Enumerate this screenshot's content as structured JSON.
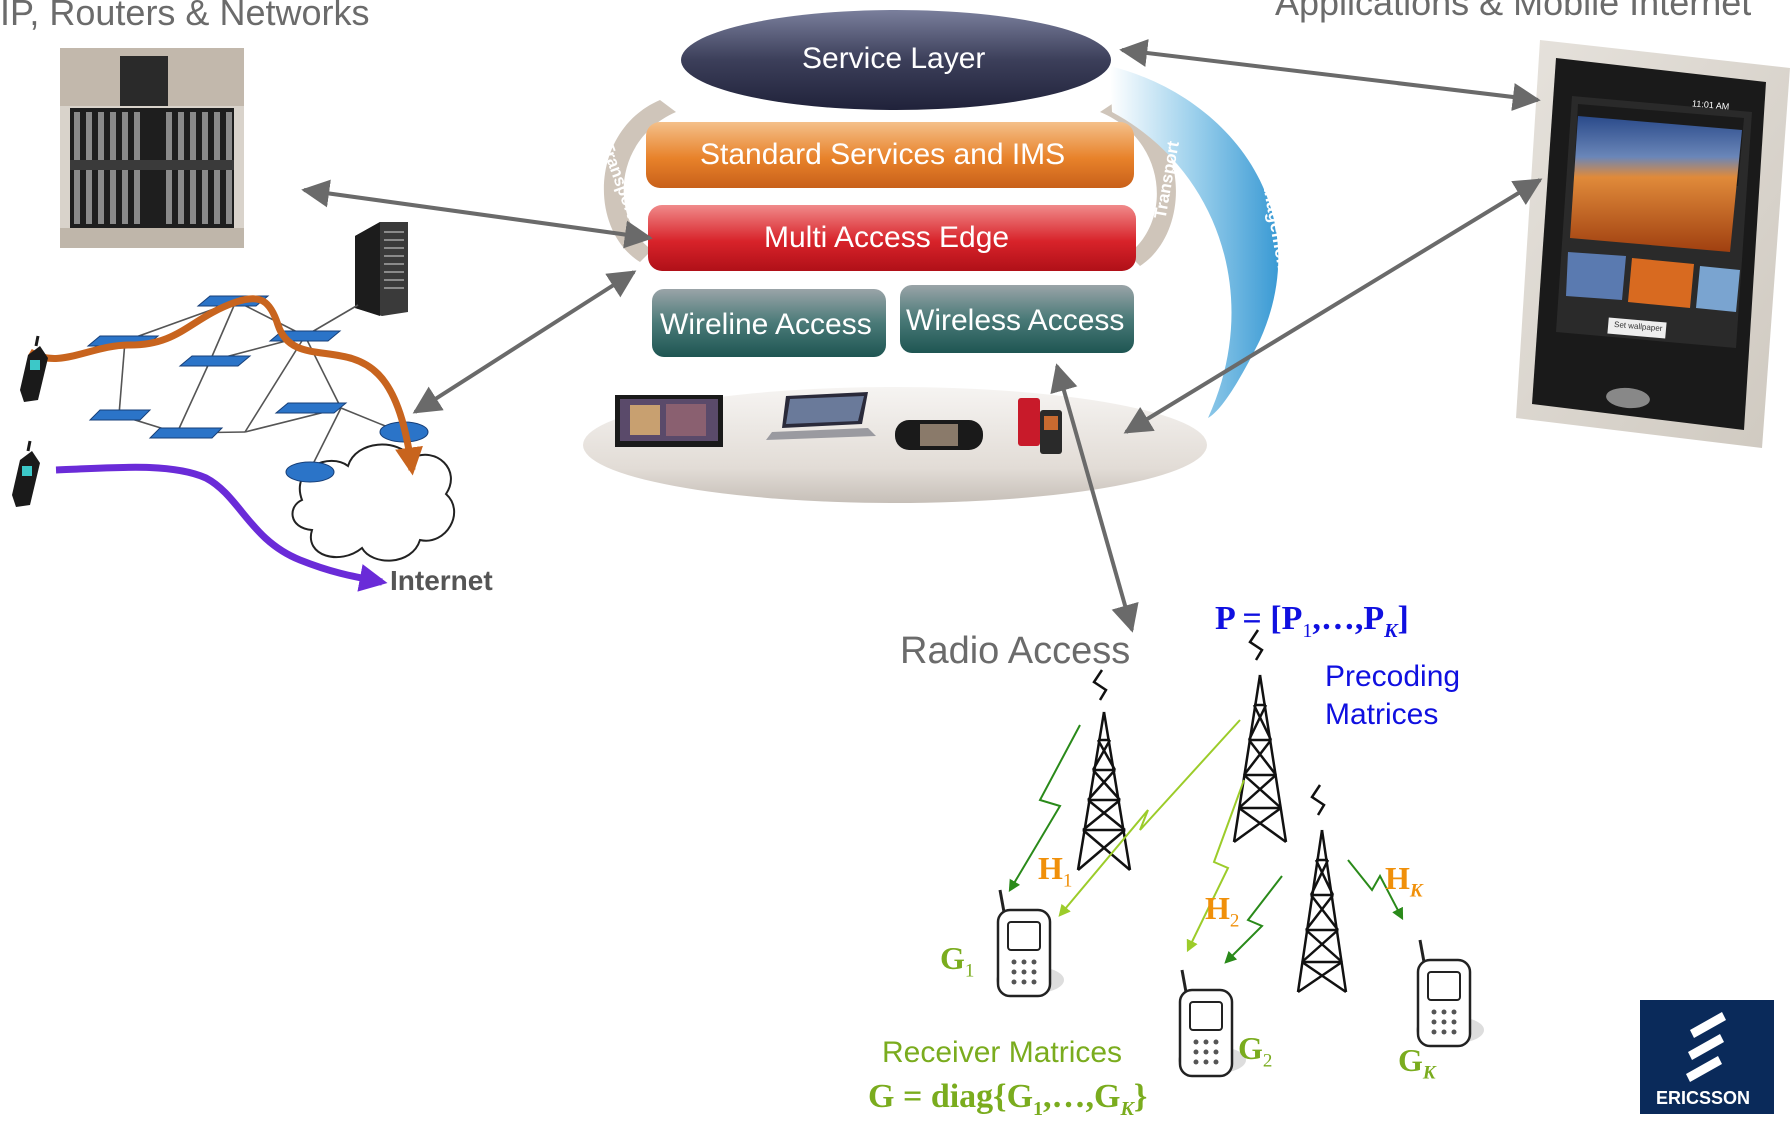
{
  "headings": {
    "ip_networks": "IP, Routers & Networks",
    "applications": "Applications & Mobile Internet",
    "radio_access": "Radio Access"
  },
  "layers": {
    "service": "Service Layer",
    "standard_services": "Standard Services and IMS",
    "multi_access_edge": "Multi Access Edge",
    "wireline": "Wireline Access",
    "wireless": "Wireless Access",
    "transport_left": "Transport",
    "transport_right": "Transport",
    "management": "Management"
  },
  "network": {
    "internet": "Internet"
  },
  "radio": {
    "precoding_eq_lhs": "P = [P",
    "precoding_sub1": "1",
    "precoding_mid": ",…,P",
    "precoding_subk": "K",
    "precoding_close": "]",
    "precoding_label_1": "Precoding",
    "precoding_label_2": "Matrices",
    "h1": "H",
    "h1_sub": "1",
    "h2": "H",
    "h2_sub": "2",
    "hk": "H",
    "hk_sub": "K",
    "g1": "G",
    "g1_sub": "1",
    "g2": "G",
    "g2_sub": "2",
    "gk": "G",
    "gk_sub": "K",
    "receiver_label": "Receiver Matrices",
    "receiver_eq_lhs": "G = diag{G",
    "receiver_sub1": "1",
    "receiver_mid": ",…,G",
    "receiver_subk": "K",
    "receiver_close": "}"
  },
  "phone_screen": {
    "button": "Set wallpaper",
    "time": "11:01 AM"
  },
  "logo": {
    "text": "ERICSSON"
  },
  "colors": {
    "heading_gray": "#6b6b6b",
    "service_layer": "#3c3f5a",
    "standard_services": "#e8822a",
    "multi_access_edge": "#d8232a",
    "access": "#2e6b67",
    "precoding_blue": "#1010e0",
    "channel_orange": "#f0900a",
    "receiver_green": "#7aac1e",
    "logo_navy": "#0a2a5a"
  }
}
